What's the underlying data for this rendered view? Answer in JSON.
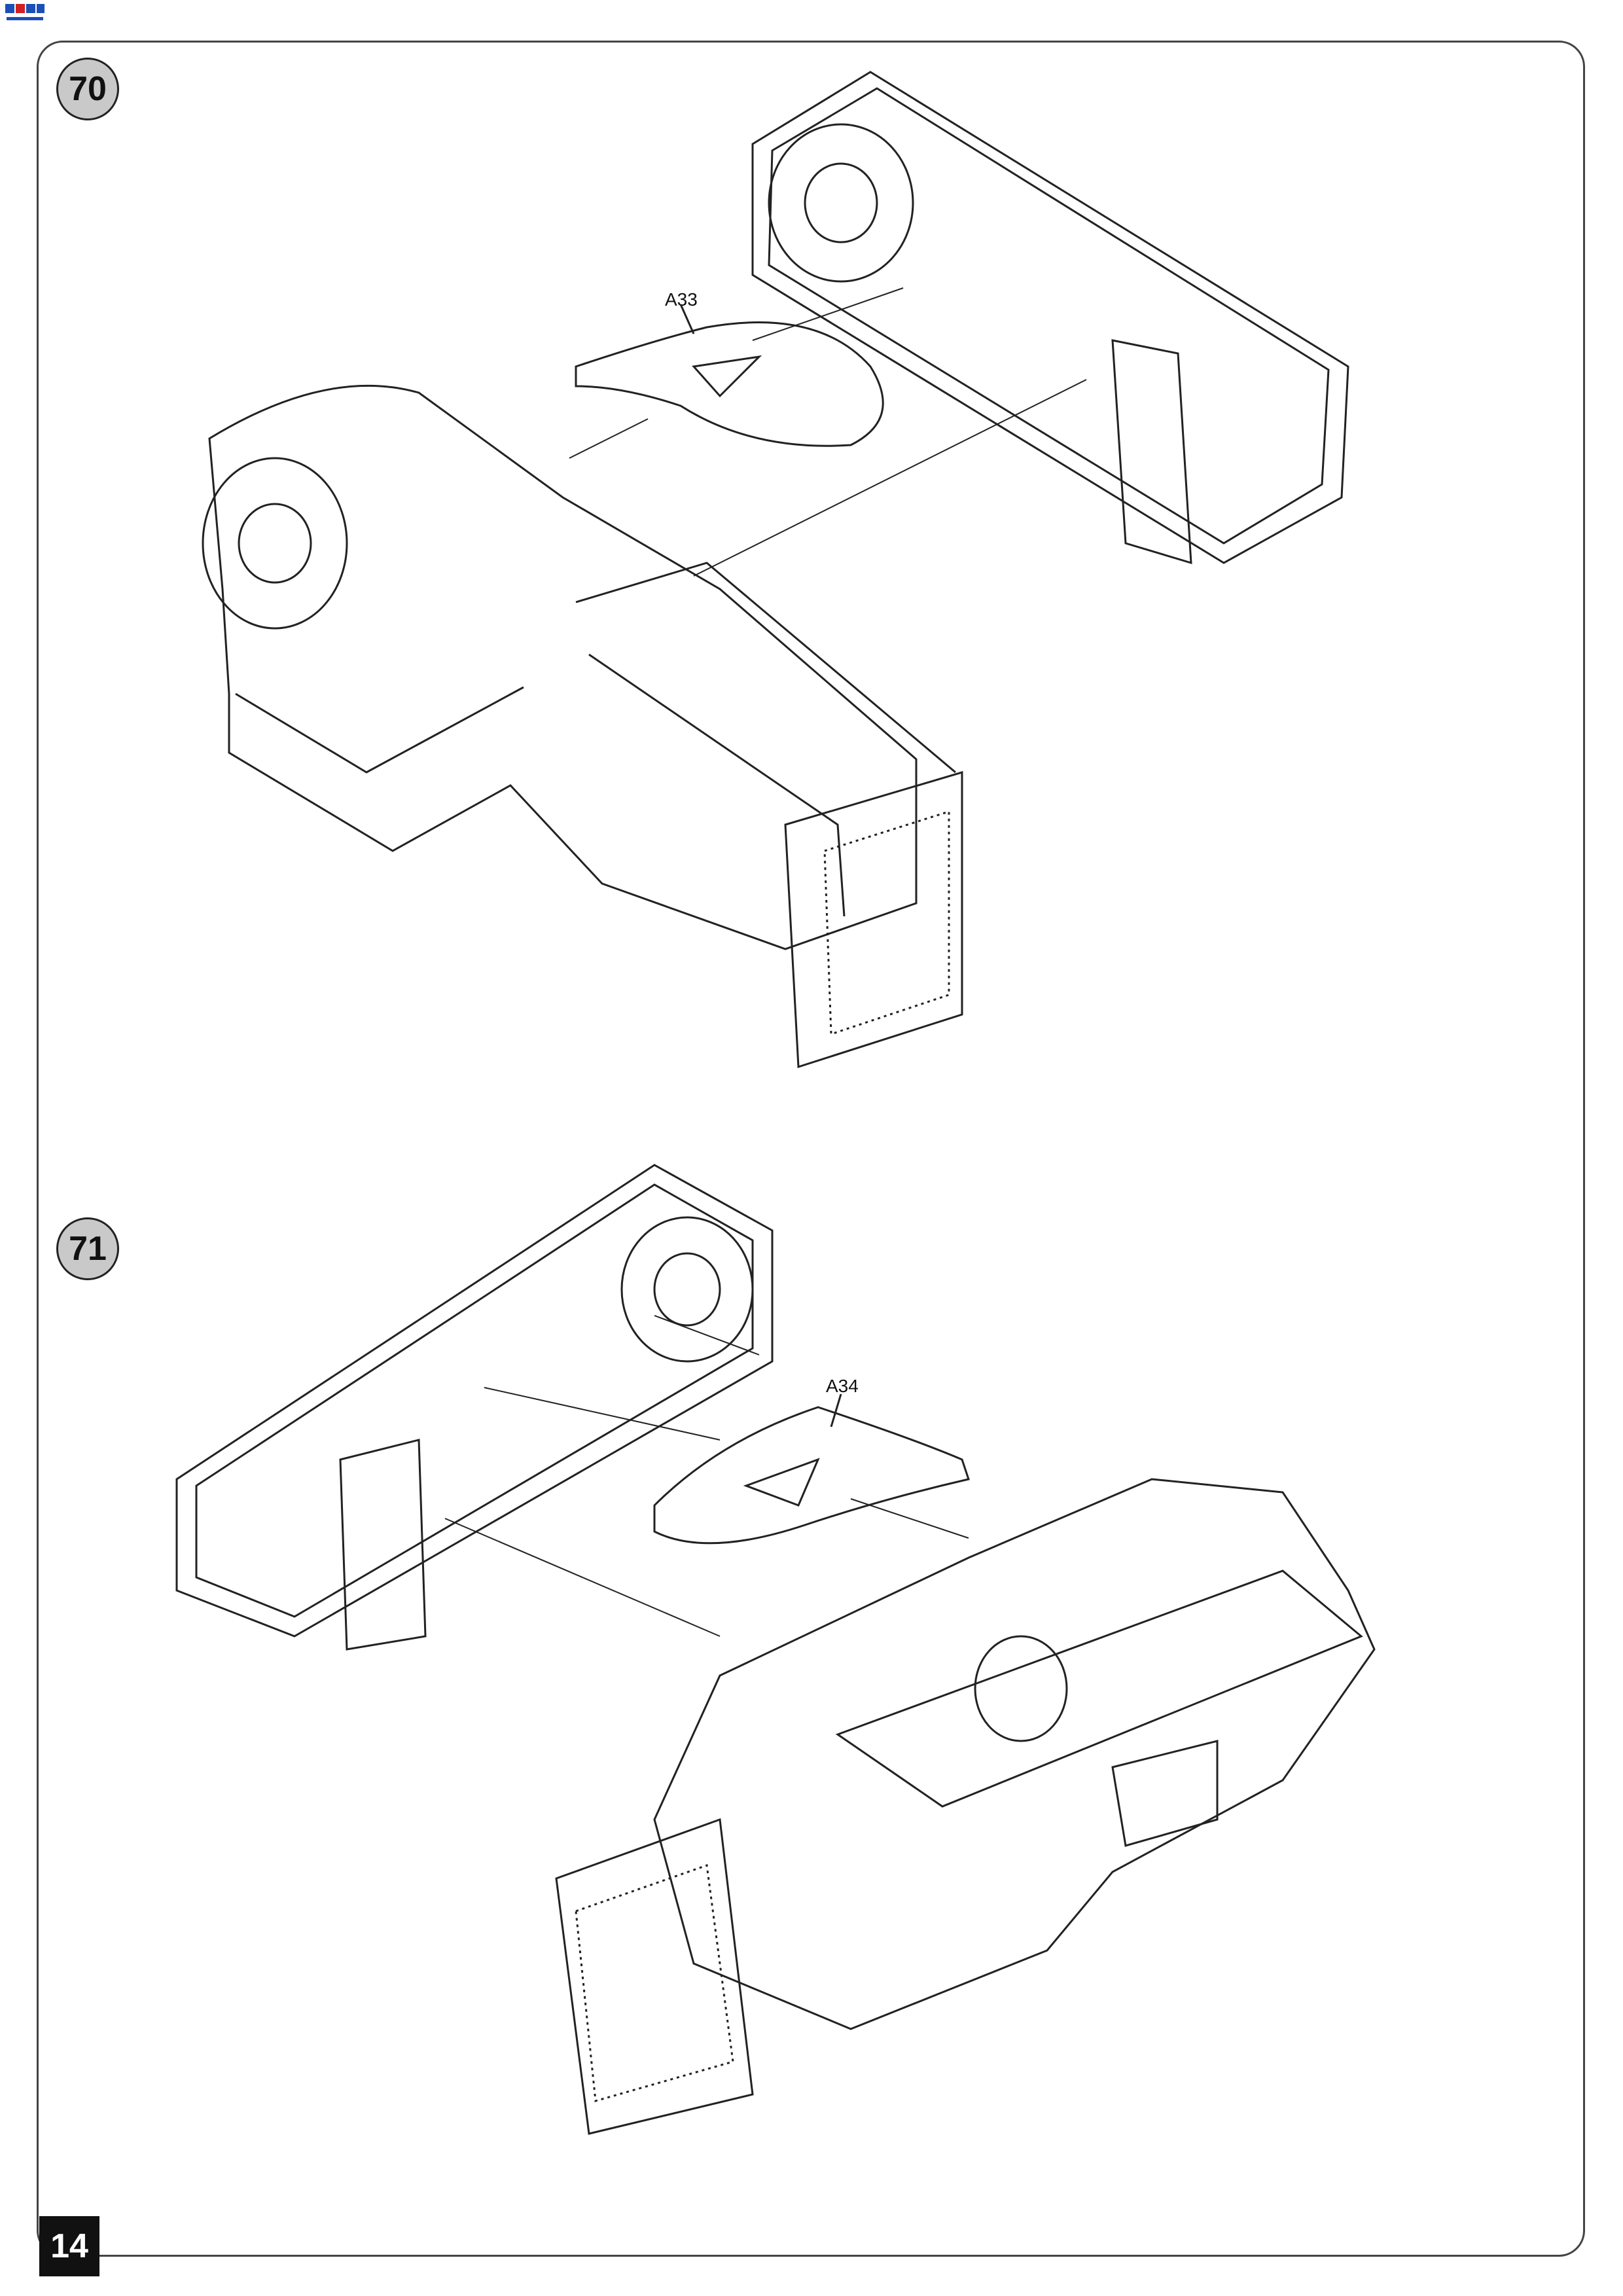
{
  "page": {
    "number": "14",
    "steps": [
      {
        "number": "70",
        "part_label": "A33"
      },
      {
        "number": "71",
        "part_label": "A34"
      }
    ]
  },
  "colors": {
    "line": "#222222",
    "badge_fill": "#c9c9c9",
    "page_tab": "#111111"
  }
}
